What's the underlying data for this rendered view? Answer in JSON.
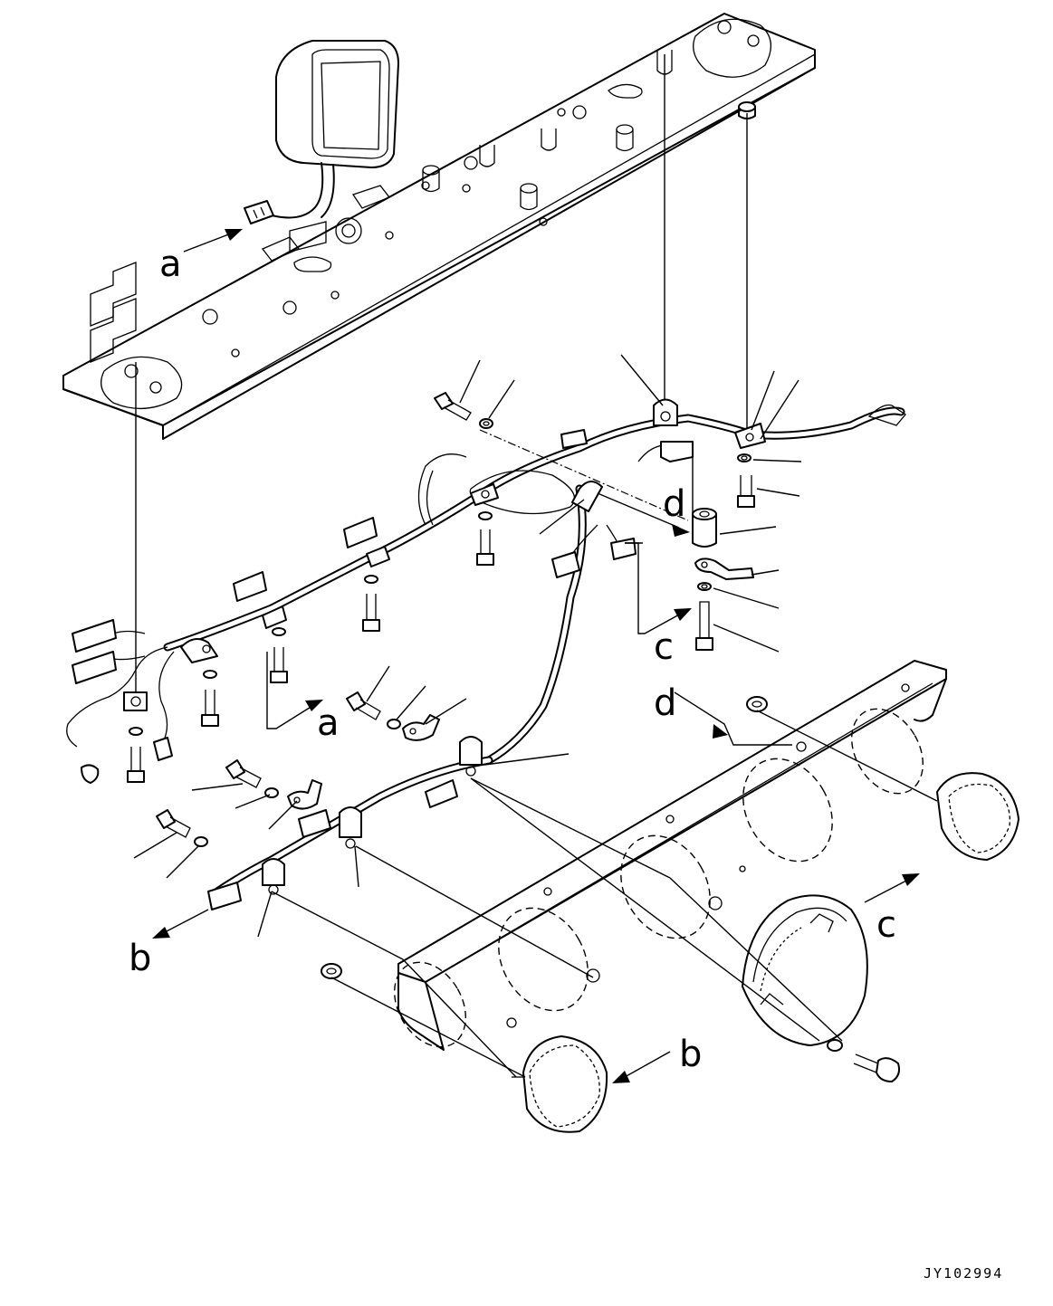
{
  "figure": {
    "figure_number": "JY102994"
  },
  "callouts": {
    "a_top": "a",
    "a_mid": "a",
    "b_left": "b",
    "b_bottom": "b",
    "c_mid": "c",
    "c_right": "c",
    "d_mid": "d",
    "d_lower": "d"
  }
}
